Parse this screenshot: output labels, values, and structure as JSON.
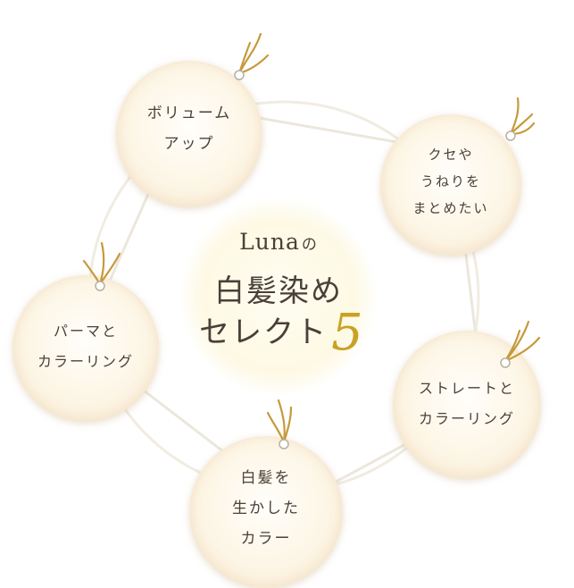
{
  "title": {
    "brand": "Luna",
    "particle": "の",
    "line2": "白髪染め",
    "line3": "セレクト",
    "number": "5"
  },
  "tags": [
    {
      "line1": "ボリューム",
      "line2": "アップ"
    },
    {
      "line1": "クセや",
      "line2": "うねりを",
      "line3": "まとめたい"
    },
    {
      "line1": "ストレートと",
      "line2": "カラーリング"
    },
    {
      "line1": "白髪を",
      "line2": "生かした",
      "line3": "カラー"
    },
    {
      "line1": "パーマと",
      "line2": "カラーリング"
    }
  ],
  "colors": {
    "text": "#4a4038",
    "accent_number": "#c9a224",
    "string": "#c69a3a",
    "ring_line": "#ece7dc",
    "tag_fill": "#fdf6e6"
  }
}
